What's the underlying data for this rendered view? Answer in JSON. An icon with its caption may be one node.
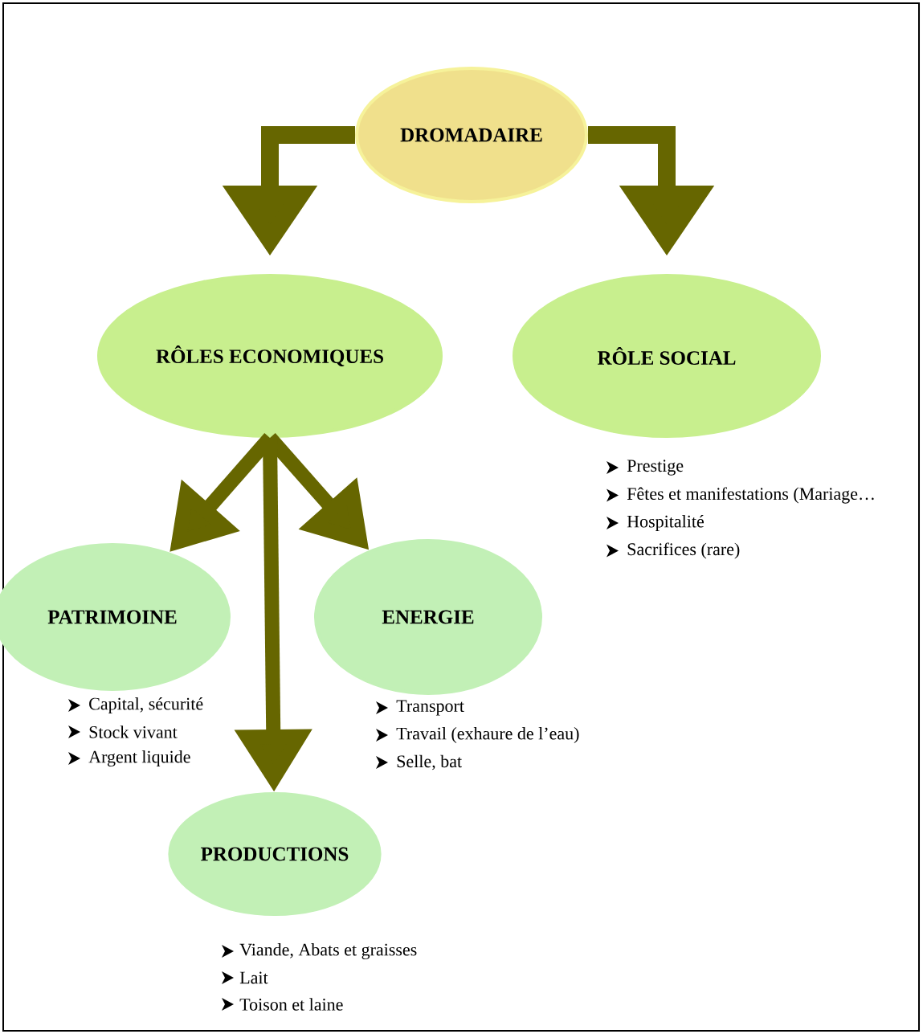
{
  "diagram": {
    "nodes": [
      {
        "text": [
          "DROMADAIRE"
        ]
      },
      {
        "text": [
          "RÔLES ECONOMIQUES"
        ]
      },
      {
        "text": [
          "RÔLE SOCIAL"
        ],
        "beside": [
          "Prestige",
          "Fêtes et manifestations (Mariage…",
          "Hospitalité",
          "Sacrifices (rare)"
        ]
      },
      {
        "text": [
          "PATRIMOINE"
        ],
        "beside": [
          "Capital, sécurité",
          "Stock vivant",
          "Argent liquide"
        ]
      },
      {
        "text": [
          "ENERGIE"
        ],
        "beside": [
          "Transport",
          "Travail (exhaure de l’eau)",
          "Selle, bat"
        ]
      },
      {
        "text": [
          "PRODUCTIONS"
        ],
        "beside": [
          "Viande, Abats et graisses",
          "Lait",
          "Toison et laine"
        ]
      }
    ],
    "edges": [
      {
        "from": 0,
        "to": 1,
        "arrow": "to"
      },
      {
        "from": 0,
        "to": 2,
        "arrow": "to"
      },
      {
        "from": 1,
        "to": 3,
        "arrow": "to"
      },
      {
        "from": 1,
        "to": 4,
        "arrow": "to"
      },
      {
        "from": 1,
        "to": 5,
        "arrow": "to"
      }
    ]
  }
}
